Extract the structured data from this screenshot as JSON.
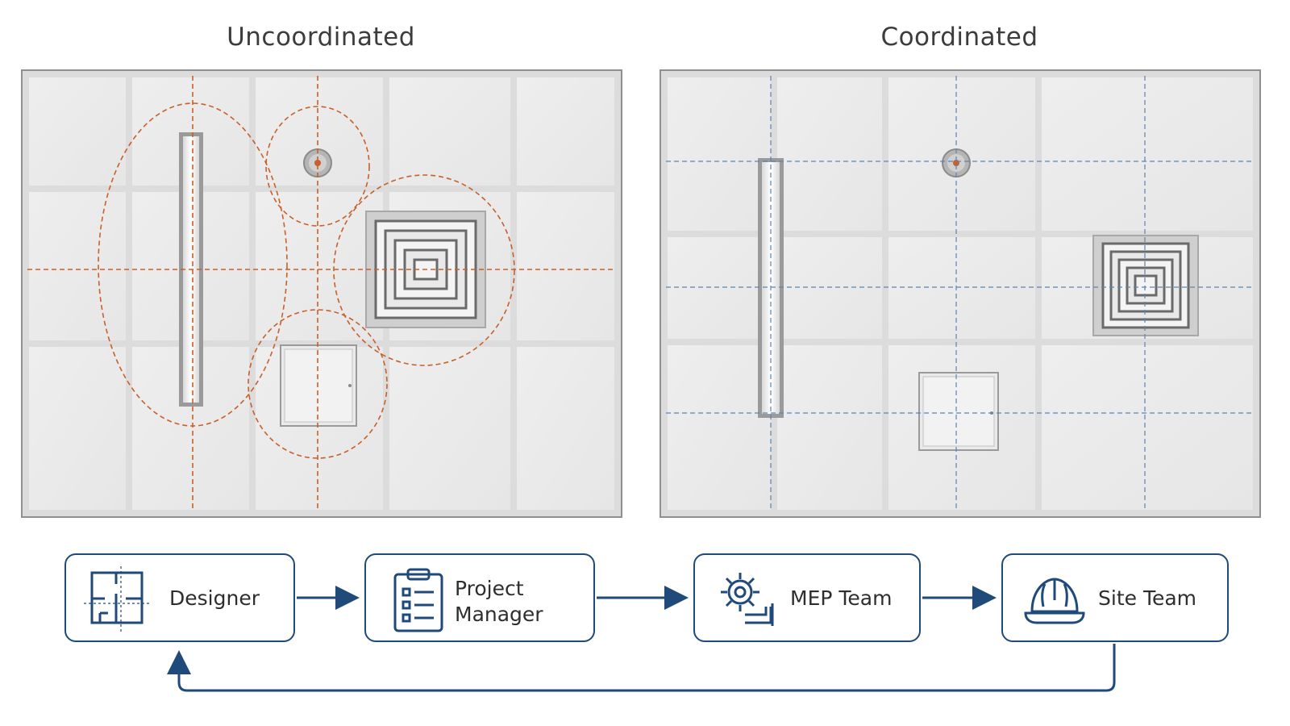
{
  "panels": {
    "left_title": "Uncoordinated",
    "right_title": "Coordinated"
  },
  "colors": {
    "conflict_marker": "#c8602a",
    "alignment_grid": "#5b84b8",
    "flow_primary": "#1f4a7a",
    "tile_grid": "#c9c9c9",
    "tile_fill": "#ebebeb"
  },
  "workflow": {
    "steps": [
      {
        "label": "Designer",
        "icon": "floor-plan-icon"
      },
      {
        "label_line1": "Project",
        "label_line2": "Manager",
        "icon": "clipboard-checklist-icon"
      },
      {
        "label": "MEP Team",
        "icon": "gear-pipe-icon"
      },
      {
        "label": "Site Team",
        "icon": "hard-hat-icon"
      }
    ],
    "feedback_loop": "site-team-to-designer"
  }
}
